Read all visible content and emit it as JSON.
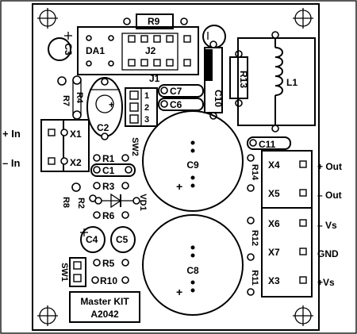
{
  "kit": {
    "line1": "Master KIT",
    "line2": "A2042"
  },
  "left_labels": {
    "plus_in": "+ In",
    "minus_in": "– In"
  },
  "right_labels": {
    "plus_out": "+ Out",
    "minus_out": "– Out",
    "minus_vs": "– Vs",
    "gnd": "GND",
    "plus_vs": "+Vs"
  },
  "components": {
    "R9": "R9",
    "J1": "J1",
    "J2": "J2",
    "DA1": "DA1",
    "C3": "C3",
    "C10": "C10",
    "R13": "R13",
    "L1": "L1",
    "R7": "R7",
    "R4": "R4",
    "C7": "C7",
    "C6": "C6",
    "C2": "C2",
    "X1": "X1",
    "X2": "X2",
    "SW2": "SW2",
    "R1": "R1",
    "C1": "C1",
    "R3": "R3",
    "VD1": "VD1",
    "R8": "R8",
    "R2": "R2",
    "R6": "R6",
    "C4": "C4",
    "C5": "C5",
    "R5": "R5",
    "SW1": "SW1",
    "R10": "R10",
    "C9": "C9",
    "C8": "C8",
    "C11": "C11",
    "X4": "X4",
    "X5": "X5",
    "X6": "X6",
    "X7": "X7",
    "X3": "X3",
    "R14": "R14",
    "R12": "R12",
    "R11": "R11"
  },
  "jumper_numbers": [
    "1",
    "2",
    "3"
  ],
  "polarity": {
    "plus": "+"
  }
}
